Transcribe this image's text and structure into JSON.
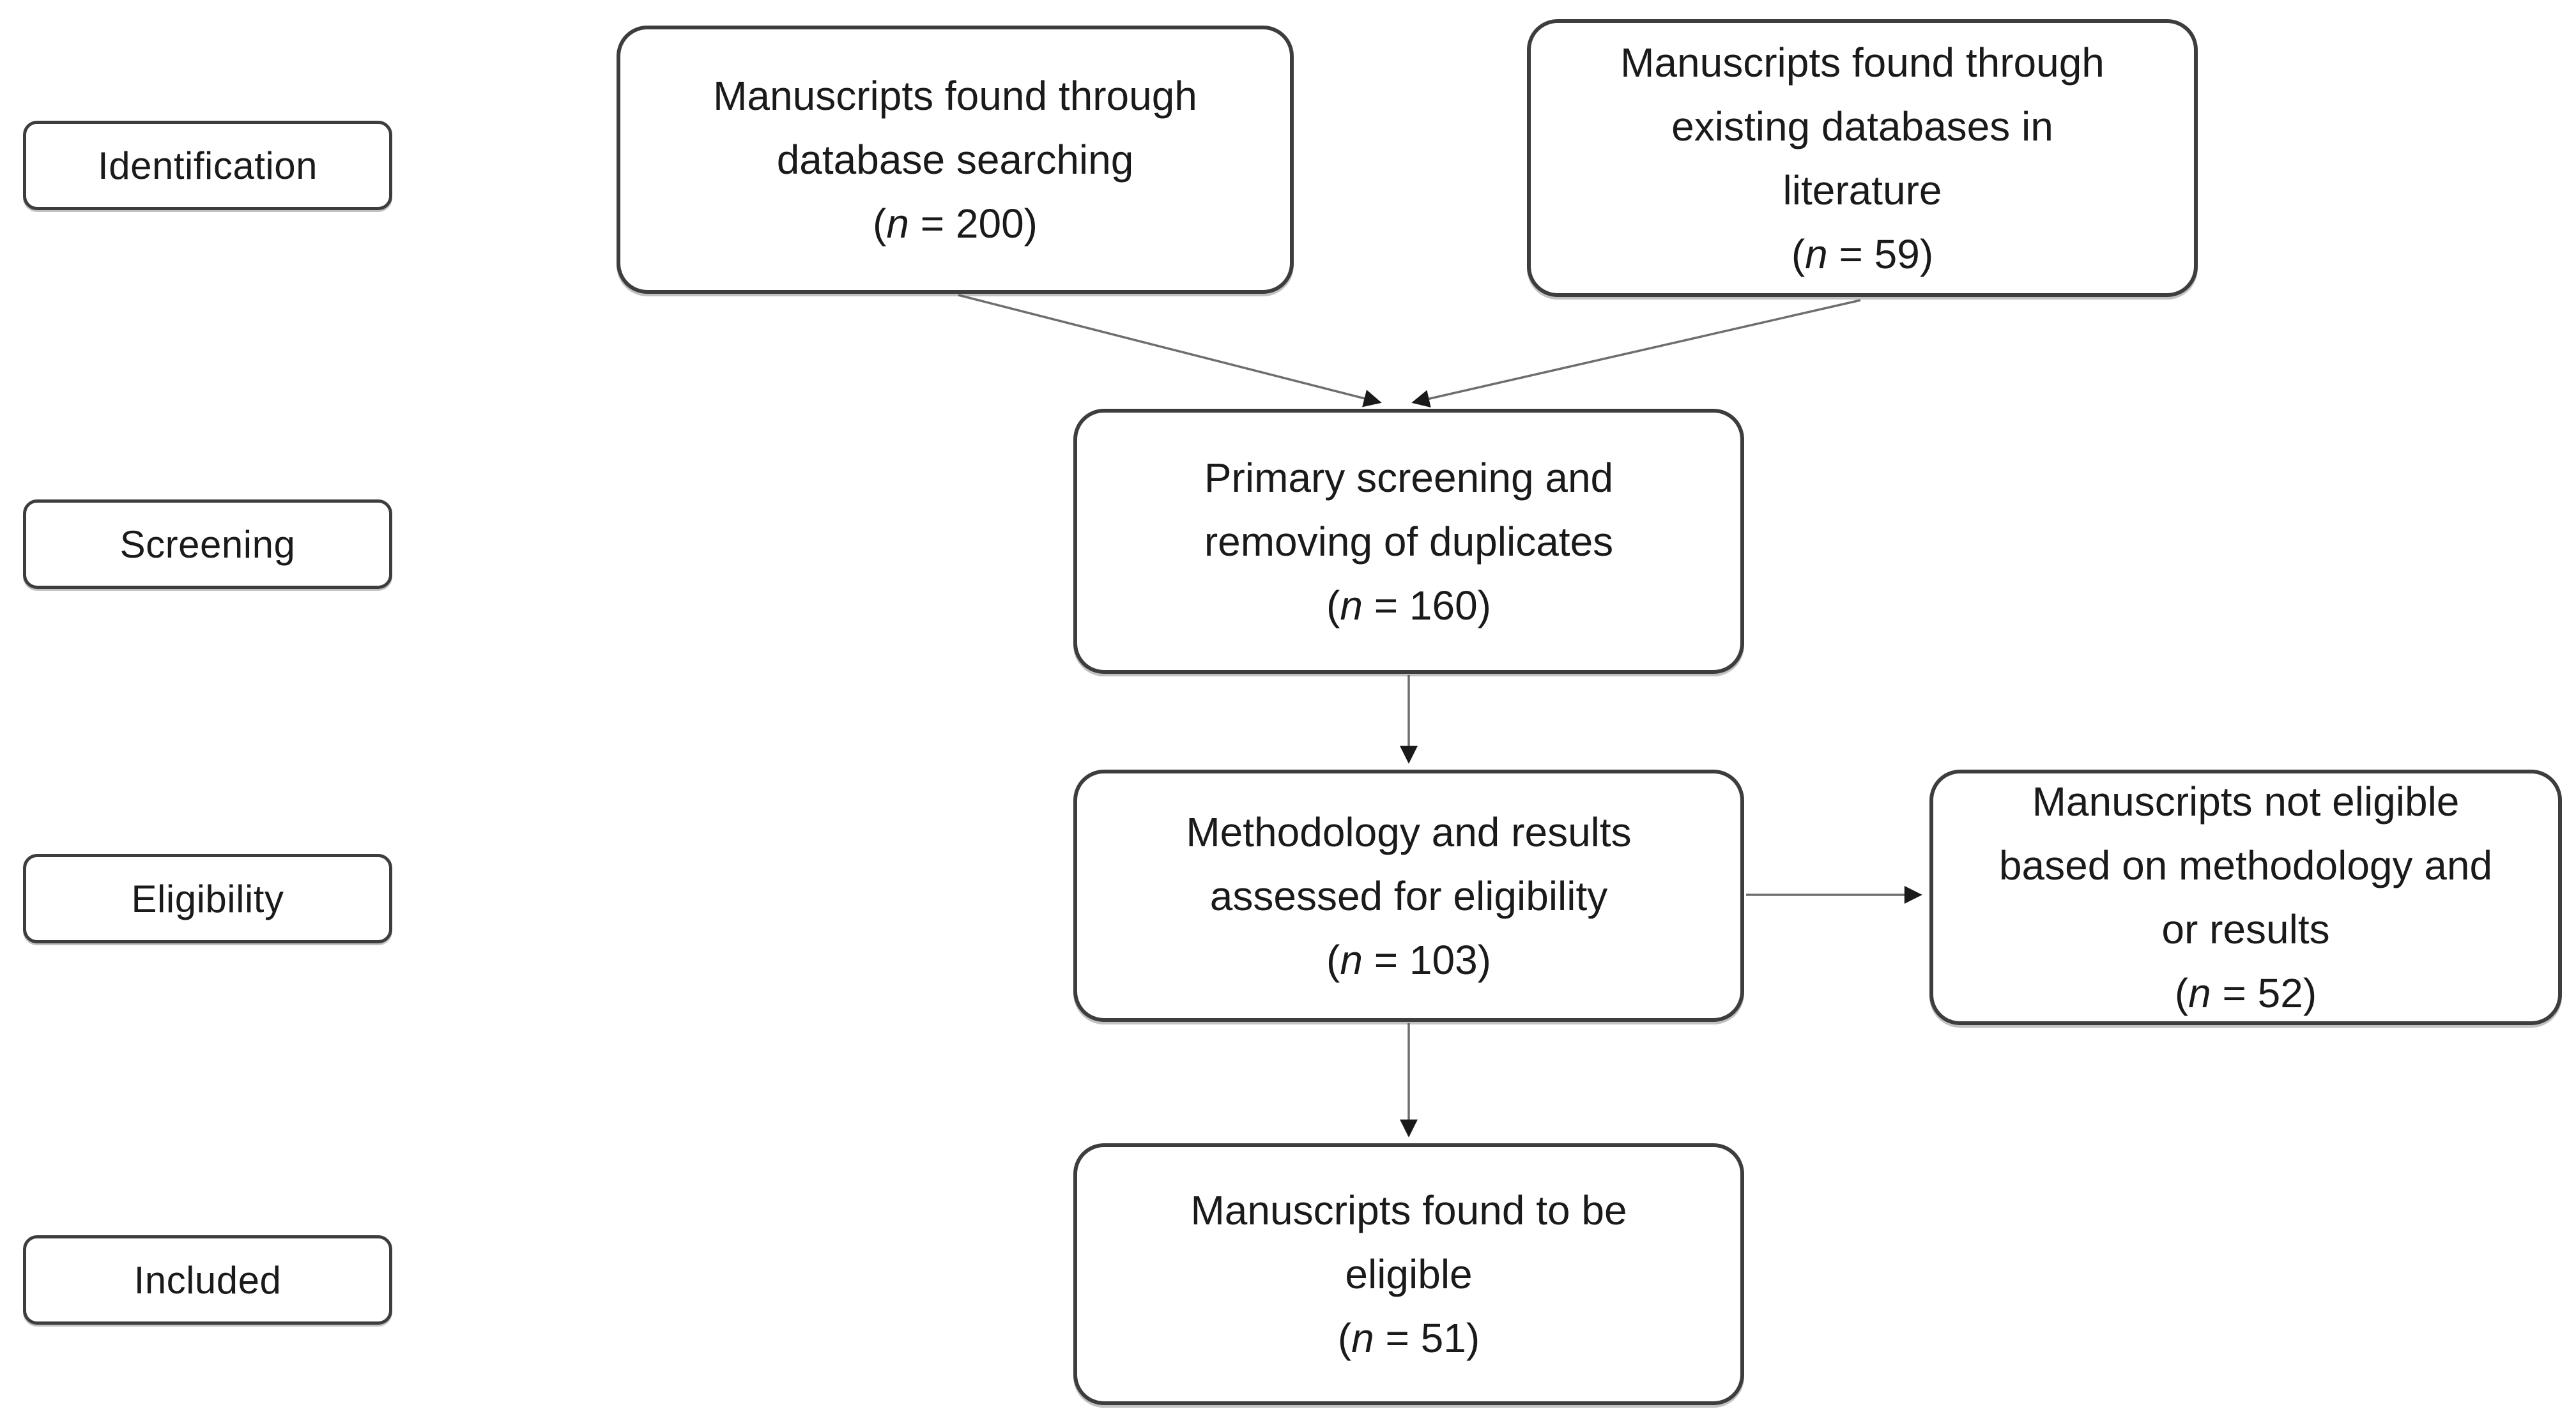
{
  "colors": {
    "box_border": "#3d3d3d",
    "text": "#1a1a1a",
    "connector_line": "#6e6e6e",
    "arrowhead": "#1a1a1a",
    "background": "#ffffff"
  },
  "stages": [
    {
      "label": "Identification"
    },
    {
      "label": "Screening"
    },
    {
      "label": "Eligibility"
    },
    {
      "label": "Included"
    }
  ],
  "boxes": {
    "database_search": {
      "lines": [
        "Manuscripts found through",
        "database searching"
      ],
      "count_open": "(",
      "count_var": "n",
      "count_rest": " = 200)"
    },
    "existing_databases": {
      "lines": [
        "Manuscripts found through",
        "existing databases in",
        "literature"
      ],
      "count_open": "(",
      "count_var": "n",
      "count_rest": " = 59)"
    },
    "primary_screening": {
      "lines": [
        "Primary screening and",
        "removing of duplicates"
      ],
      "count_open": "(",
      "count_var": "n",
      "count_rest": " = 160)"
    },
    "methodology_assessed": {
      "lines": [
        "Methodology and results",
        "assessed for eligibility"
      ],
      "count_open": "(",
      "count_var": "n",
      "count_rest": " = 103)"
    },
    "not_eligible": {
      "lines": [
        "Manuscripts not eligible",
        "based on methodology and",
        "or results"
      ],
      "count_open": "(",
      "count_var": "n",
      "count_rest": " = 52)"
    },
    "found_eligible": {
      "lines": [
        "Manuscripts found to be",
        "eligible"
      ],
      "count_open": "(",
      "count_var": "n",
      "count_rest": " = 51)"
    }
  }
}
